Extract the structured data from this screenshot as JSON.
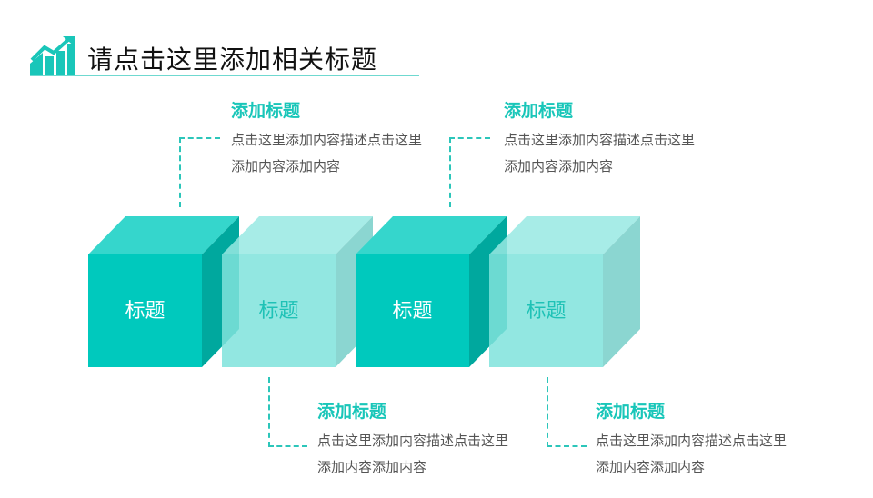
{
  "header": {
    "title": "请点击这里添加相关标题",
    "icon": "chart-growth-icon"
  },
  "colors": {
    "accent": "#19c6b9",
    "dark_front": "#00c9bd",
    "light_front": "#8ae6df"
  },
  "cubes": [
    {
      "label": "标题",
      "style": "dark"
    },
    {
      "label": "标题",
      "style": "light"
    },
    {
      "label": "标题",
      "style": "dark"
    },
    {
      "label": "标题",
      "style": "light"
    }
  ],
  "callouts": [
    {
      "heading": "添加标题",
      "line1": "点击这里添加内容描述点击这里",
      "line2": "添加内容添加内容"
    },
    {
      "heading": "添加标题",
      "line1": "点击这里添加内容描述点击这里",
      "line2": "添加内容添加内容"
    },
    {
      "heading": "添加标题",
      "line1": "点击这里添加内容描述点击这里",
      "line2": "添加内容添加内容"
    },
    {
      "heading": "添加标题",
      "line1": "点击这里添加内容描述点击这里",
      "line2": "添加内容添加内容"
    }
  ]
}
